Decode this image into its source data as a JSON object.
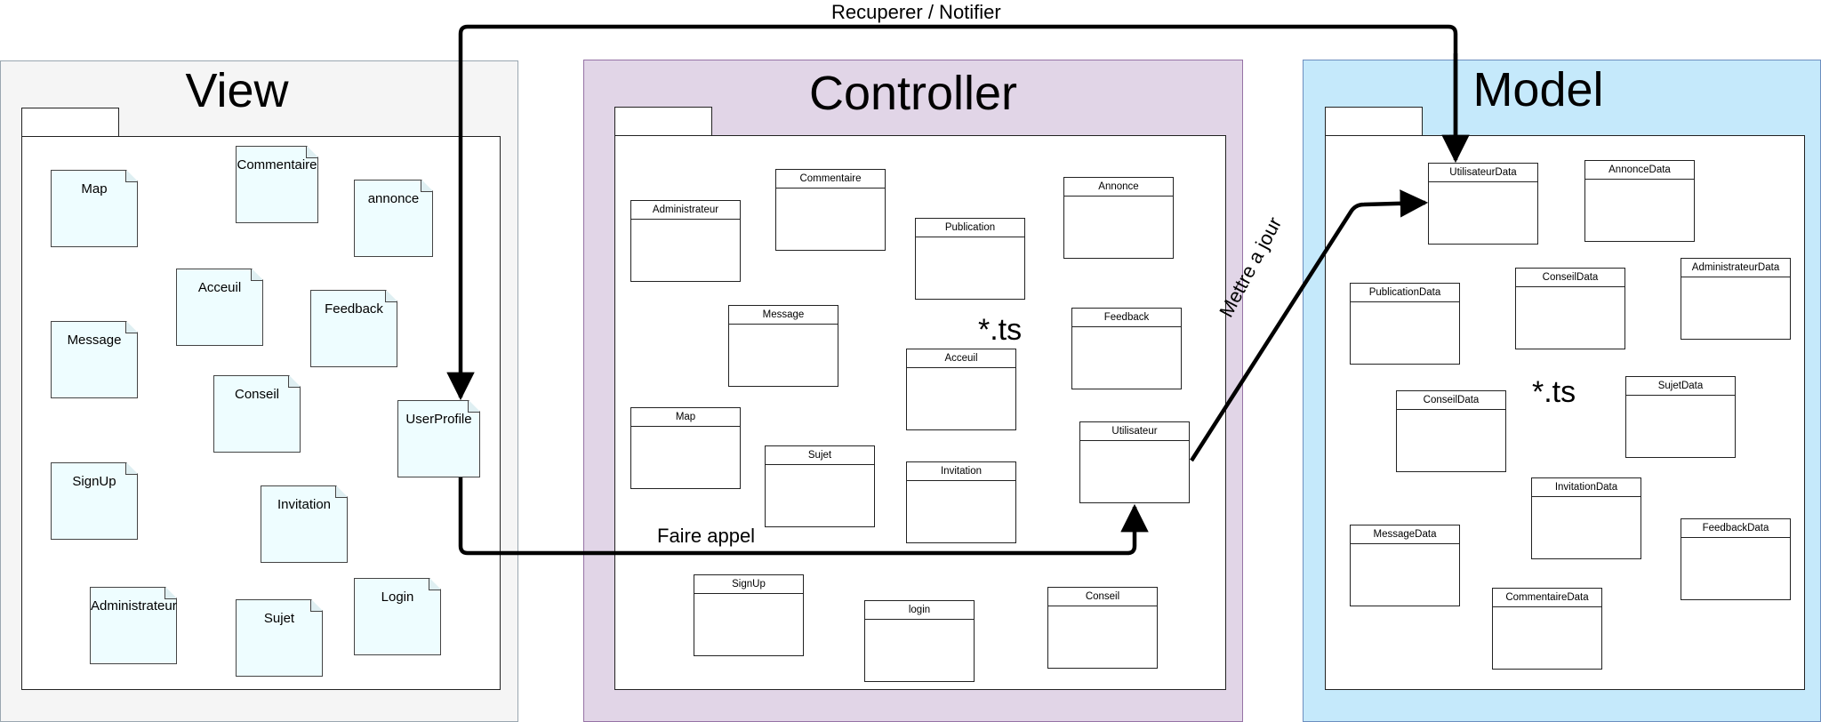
{
  "view": {
    "title": "View",
    "files": [
      "Map",
      "Commentaire",
      "annonce",
      "Acceuil",
      "Feedback",
      "Message",
      "Conseil",
      "UserProfile",
      "SignUp",
      "Invitation",
      "Administrateur",
      "Sujet",
      "Login"
    ]
  },
  "controller": {
    "title": "Controller",
    "ext": "*.ts",
    "classes": [
      "Administrateur",
      "Commentaire",
      "Publication",
      "Annonce",
      "Message",
      "Feedback",
      "Acceuil",
      "Map",
      "Sujet",
      "Invitation",
      "Utilisateur",
      "SignUp",
      "login",
      "Conseil"
    ]
  },
  "model": {
    "title": "Model",
    "ext": "*.ts",
    "classes": [
      "UtilisateurData",
      "AnnonceData",
      "PublicationData",
      "ConseilData",
      "AdministrateurData",
      "ConseilData",
      "SujetData",
      "InvitationData",
      "MessageData",
      "FeedbackData",
      "CommentaireData"
    ]
  },
  "edges": {
    "top": "Recuperer / Notifier",
    "call": "Faire appel",
    "update": "Mettre a jour"
  },
  "colors": {
    "view_bg": "#f5f5f5",
    "controller_bg": "#e1d5e7",
    "controller_border": "#9673a6",
    "model_bg": "#c5e9fb",
    "model_border": "#6c8ebf",
    "note_bg": "#eefdff"
  }
}
